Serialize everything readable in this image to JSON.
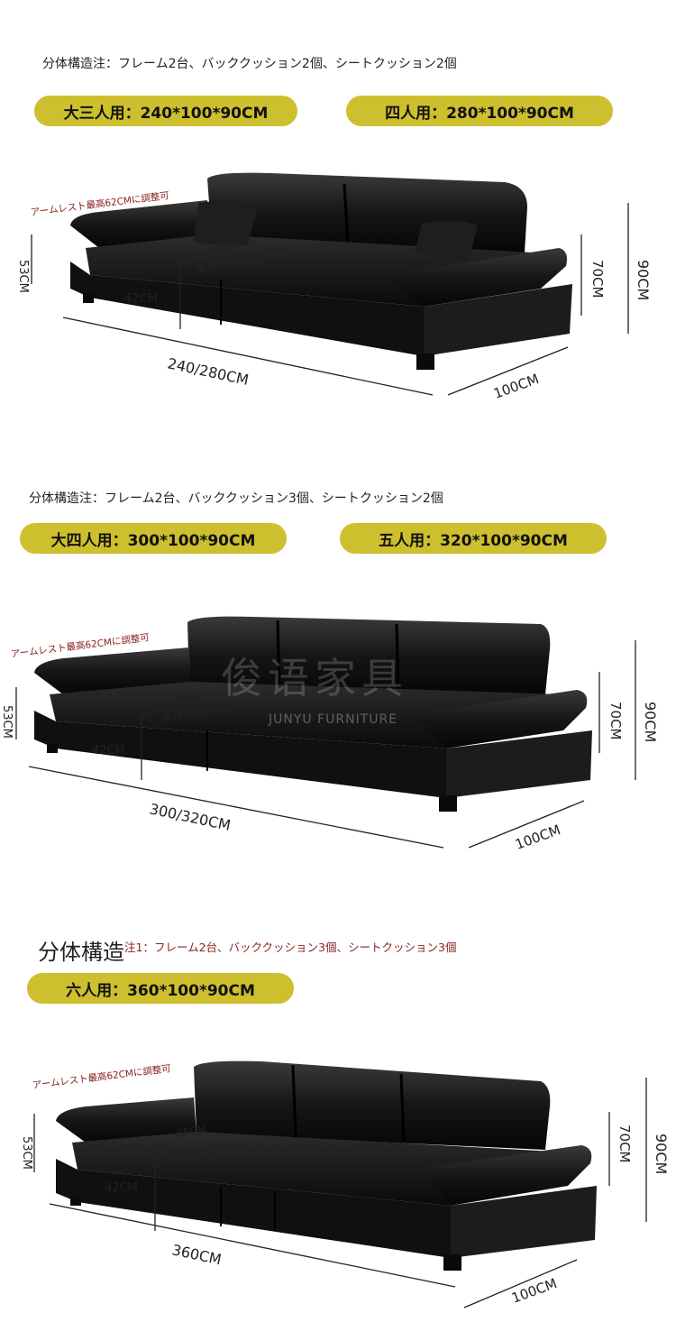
{
  "section1": {
    "note": "分体構造注：フレーム2台、バッククッション2個、シートクッション2個",
    "pill_left": "大三人用：240*100*90CM",
    "pill_right": "四人用：280*100*90CM",
    "armrest_note": "アームレスト最高62CMに調整可",
    "dim_seat_depth": "65CM",
    "dim_cushion": "拿掉靠包80CM",
    "dim_seat_height": "42CM",
    "dim_arm_height": "53CM",
    "dim_back_70": "70CM",
    "dim_total_height": "90CM",
    "dim_length": "240/280CM",
    "dim_depth": "100CM"
  },
  "section2": {
    "note": "分体構造注：フレーム2台、バッククッション3個、シートクッション2個",
    "pill_left": "大四人用：300*100*90CM",
    "pill_right": "五人用：320*100*90CM",
    "armrest_note": "アームレスト最高62CMに調整可",
    "watermark": "俊语家具",
    "watermark_sub": "JUNYU FURNITURE",
    "dim_seat_depth": "65CM",
    "dim_cushion": "拿掉靠包80CM",
    "dim_seat_height": "42CM",
    "dim_arm_height": "53CM",
    "dim_back_70": "70CM",
    "dim_total_height": "90CM",
    "dim_length": "300/320CM",
    "dim_depth": "100CM"
  },
  "section3": {
    "title": "分体構造",
    "note": "注1：フレーム2台、バッククッション3個、シートクッション3個",
    "pill_left": "六人用：360*100*90CM",
    "armrest_note": "アームレスト最高62CMに調整可",
    "dim_seat_depth": "65CM",
    "dim_cushion": "拿掉靠包80CM",
    "dim_seat_height": "42CM",
    "dim_arm_height": "53CM",
    "dim_back_70": "70CM",
    "dim_total_height": "90CM",
    "dim_length": "360CM",
    "dim_depth": "100CM"
  },
  "colors": {
    "pill": "#cdbf2e",
    "leather_dark": "#111111",
    "leather_mid": "#2a2a2a",
    "red_note": "#8b2020"
  }
}
